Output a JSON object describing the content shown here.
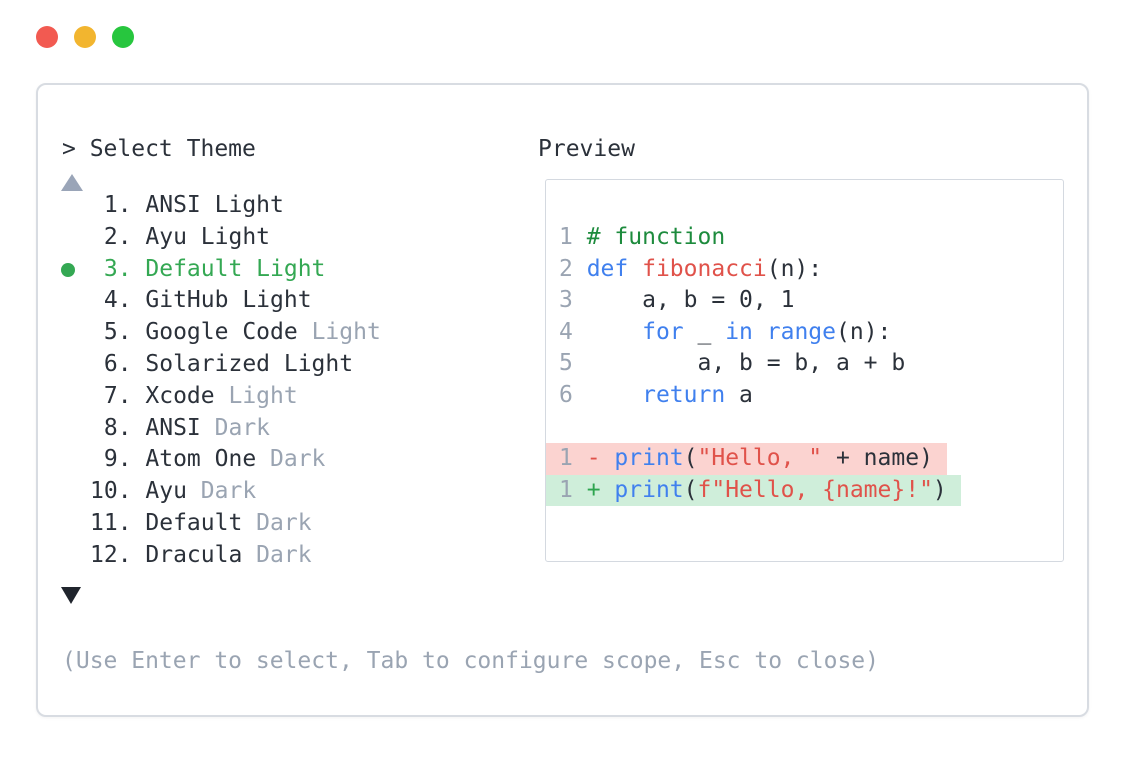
{
  "colors": {
    "accent_green": "#34a853",
    "muted": "#9aa4b2",
    "text_dark": "#2b313a",
    "code_blue": "#4080ee",
    "code_red": "#e0524a",
    "code_comment": "#1d8b3d",
    "diff_add_green": "#2da44e",
    "diff_del_bg": "#fbd3d0",
    "diff_add_bg": "#cfeeda",
    "border": "#d8dce2",
    "border_light": "#d4d9e0",
    "arrow_muted": "#9aa5b8",
    "arrow_dark": "#20252d",
    "traffic_red": "#f25a51",
    "traffic_yellow": "#f2b52f",
    "traffic_green": "#27c63e"
  },
  "window": {
    "traffic_lights": [
      "close",
      "minimize",
      "zoom"
    ]
  },
  "picker": {
    "prompt": "> Select Theme",
    "scroll_up_icon": "triangle-up",
    "scroll_down_icon": "triangle-down",
    "selected_number": "3.",
    "items": [
      {
        "number": "1.",
        "selected": false,
        "segments": [
          {
            "text": "ANSI Light",
            "tone": "normal"
          }
        ]
      },
      {
        "number": "2.",
        "selected": false,
        "segments": [
          {
            "text": "Ayu Light",
            "tone": "normal"
          }
        ]
      },
      {
        "number": "3.",
        "selected": true,
        "segments": [
          {
            "text": "Default Light",
            "tone": "normal"
          }
        ]
      },
      {
        "number": "4.",
        "selected": false,
        "segments": [
          {
            "text": "GitHub Light",
            "tone": "normal"
          }
        ]
      },
      {
        "number": "5.",
        "selected": false,
        "segments": [
          {
            "text": "Google Code ",
            "tone": "normal"
          },
          {
            "text": "Light",
            "tone": "muted"
          }
        ]
      },
      {
        "number": "6.",
        "selected": false,
        "segments": [
          {
            "text": "Solarized Light",
            "tone": "normal"
          }
        ]
      },
      {
        "number": "7.",
        "selected": false,
        "segments": [
          {
            "text": "Xcode ",
            "tone": "normal"
          },
          {
            "text": "Light",
            "tone": "muted"
          }
        ]
      },
      {
        "number": "8.",
        "selected": false,
        "segments": [
          {
            "text": "ANSI ",
            "tone": "normal"
          },
          {
            "text": "Dark",
            "tone": "muted"
          }
        ]
      },
      {
        "number": "9.",
        "selected": false,
        "segments": [
          {
            "text": "Atom One ",
            "tone": "normal"
          },
          {
            "text": "Dark",
            "tone": "muted"
          }
        ]
      },
      {
        "number": "10.",
        "selected": false,
        "segments": [
          {
            "text": "Ayu ",
            "tone": "normal"
          },
          {
            "text": "Dark",
            "tone": "muted"
          }
        ]
      },
      {
        "number": "11.",
        "selected": false,
        "segments": [
          {
            "text": "Default ",
            "tone": "normal"
          },
          {
            "text": "Dark",
            "tone": "muted"
          }
        ]
      },
      {
        "number": "12.",
        "selected": false,
        "segments": [
          {
            "text": "Dracula ",
            "tone": "normal"
          },
          {
            "text": "Dark",
            "tone": "muted"
          }
        ]
      }
    ],
    "help_text": "(Use Enter to select, Tab to configure scope, Esc to close)"
  },
  "preview": {
    "label": "Preview",
    "lines": [
      {
        "number": "1",
        "diff": null,
        "tokens": [
          {
            "t": "# function",
            "c": "comment"
          }
        ]
      },
      {
        "number": "2",
        "diff": null,
        "tokens": [
          {
            "t": "def",
            "c": "kw"
          },
          {
            "t": " ",
            "c": "plain"
          },
          {
            "t": "fibonacci",
            "c": "red"
          },
          {
            "t": "(n):",
            "c": "plain"
          }
        ]
      },
      {
        "number": "3",
        "diff": null,
        "tokens": [
          {
            "t": "    a, b = 0, 1",
            "c": "plain"
          }
        ]
      },
      {
        "number": "4",
        "diff": null,
        "tokens": [
          {
            "t": "    ",
            "c": "plain"
          },
          {
            "t": "for",
            "c": "kw"
          },
          {
            "t": " _ ",
            "c": "plain"
          },
          {
            "t": "in",
            "c": "kw"
          },
          {
            "t": " ",
            "c": "plain"
          },
          {
            "t": "range",
            "c": "kw"
          },
          {
            "t": "(n):",
            "c": "plain"
          }
        ]
      },
      {
        "number": "5",
        "diff": null,
        "tokens": [
          {
            "t": "        a, b = b, a + b",
            "c": "plain"
          }
        ]
      },
      {
        "number": "6",
        "diff": null,
        "tokens": [
          {
            "t": "    ",
            "c": "plain"
          },
          {
            "t": "return",
            "c": "kw"
          },
          {
            "t": " a",
            "c": "plain"
          }
        ]
      },
      {
        "number": "",
        "diff": null,
        "tokens": []
      },
      {
        "number": "1",
        "diff": "del",
        "tokens": [
          {
            "t": "- ",
            "c": "del"
          },
          {
            "t": "print",
            "c": "kw"
          },
          {
            "t": "(",
            "c": "plain"
          },
          {
            "t": "\"Hello, \"",
            "c": "red"
          },
          {
            "t": " + name)",
            "c": "plain"
          }
        ]
      },
      {
        "number": "1",
        "diff": "add",
        "tokens": [
          {
            "t": "+ ",
            "c": "add"
          },
          {
            "t": "print",
            "c": "kw"
          },
          {
            "t": "(",
            "c": "plain"
          },
          {
            "t": "f\"Hello, {name}!\"",
            "c": "red"
          },
          {
            "t": ")",
            "c": "plain"
          }
        ]
      }
    ]
  }
}
